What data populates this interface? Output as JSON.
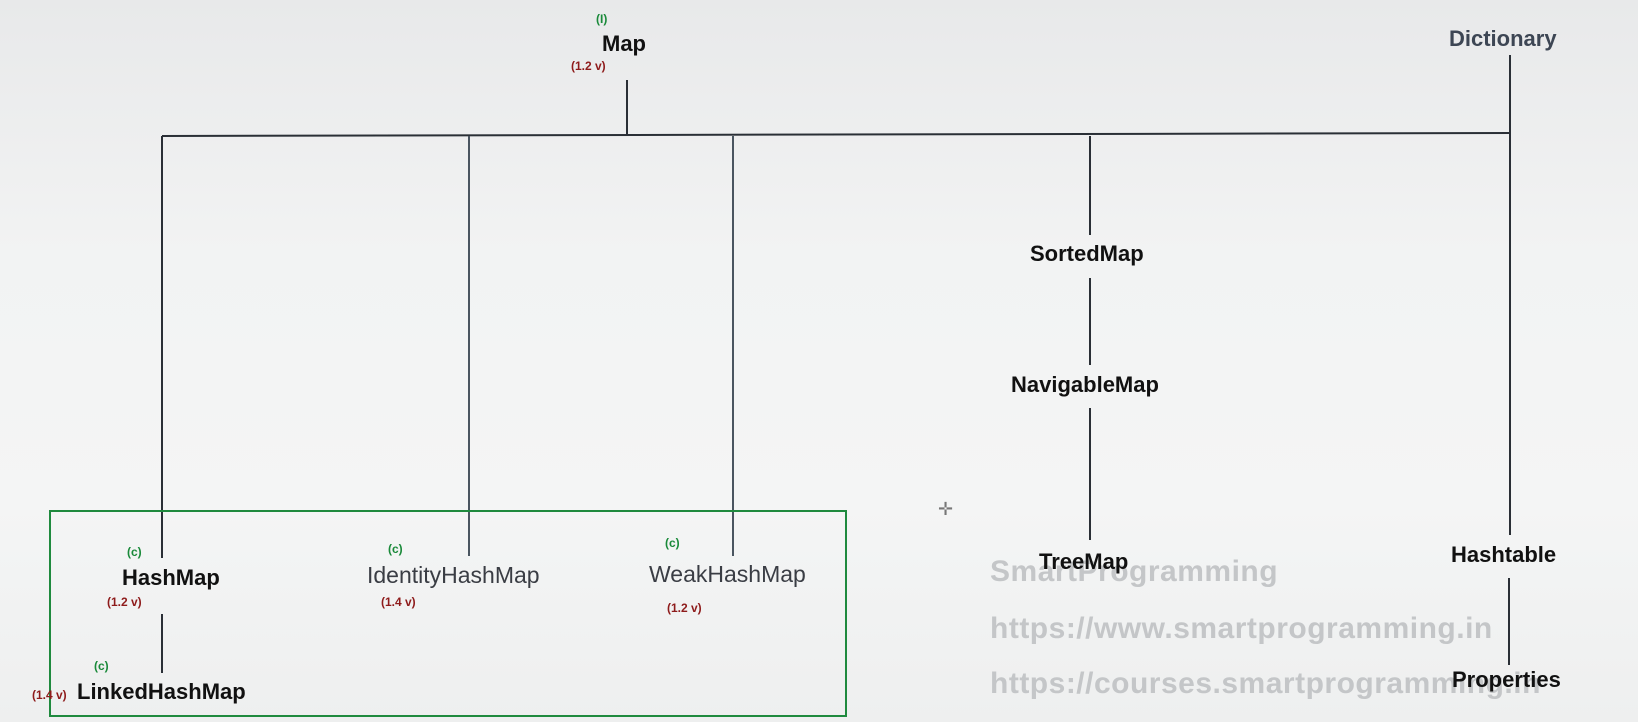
{
  "map": {
    "tag": "(I)",
    "name": "Map",
    "version": "(1.2 v)"
  },
  "dictionary": {
    "name": "Dictionary"
  },
  "hash_map": {
    "tag": "(c)",
    "name": "HashMap",
    "version": "(1.2 v)"
  },
  "linked_hash_map": {
    "tag": "(c)",
    "name": "LinkedHashMap",
    "version": "(1.4 v)"
  },
  "identity_hash_map": {
    "tag": "(c)",
    "name": "IdentityHashMap",
    "version": "(1.4 v)"
  },
  "weak_hash_map": {
    "tag": "(c)",
    "name": "WeakHashMap",
    "version": "(1.2 v)"
  },
  "sorted_map": {
    "name": "SortedMap"
  },
  "navigable_map": {
    "name": "NavigableMap"
  },
  "tree_map": {
    "name": "TreeMap"
  },
  "hashtable": {
    "name": "Hashtable"
  },
  "properties": {
    "name": "Properties"
  },
  "watermark": {
    "line1": "SmartProgramming",
    "line2": "https://www.smartprogramming.in",
    "line3": "https://courses.smartprogramming.in"
  },
  "colors": {
    "tag": "#1a8a3a",
    "version": "#8e1b1b",
    "box_border": "#1f8a3e",
    "lines": "#2a2f36"
  }
}
